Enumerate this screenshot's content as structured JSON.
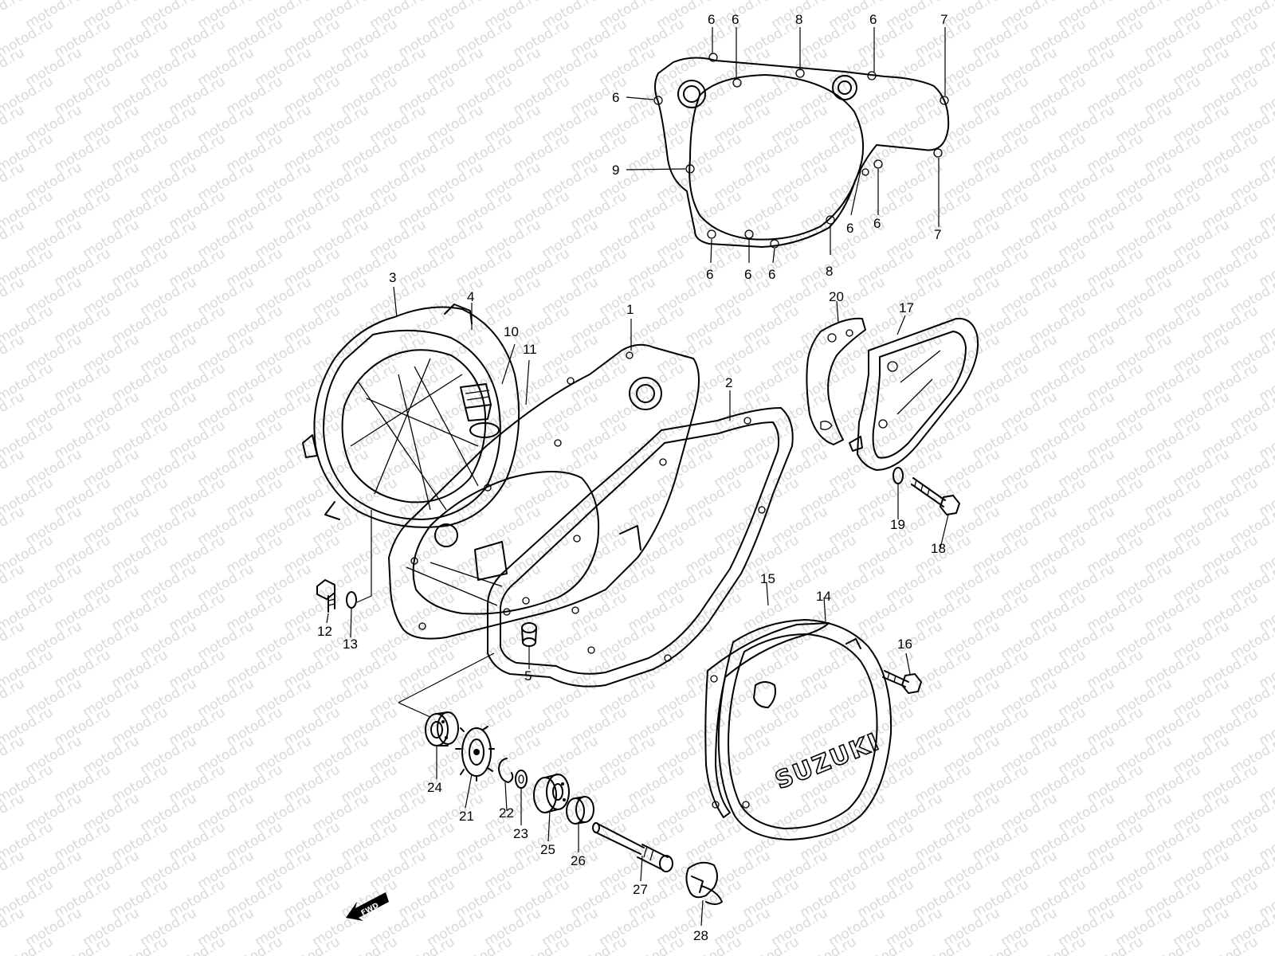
{
  "watermark_text": "motod.ru",
  "brand_logo": "SUZUKI",
  "direction_arrow": {
    "label": "FWD"
  },
  "callouts": {
    "c1": "1",
    "c2": "2",
    "c3": "3",
    "c4": "4",
    "c5": "5",
    "c6": "6",
    "c7": "7",
    "c8": "8",
    "c9": "9",
    "c10": "10",
    "c11": "11",
    "c12": "12",
    "c13": "13",
    "c14": "14",
    "c15": "15",
    "c16": "16",
    "c17": "17",
    "c18": "18",
    "c19": "19",
    "c20": "20",
    "c21": "21",
    "c22": "22",
    "c23": "23",
    "c24": "24",
    "c25": "25",
    "c26": "26",
    "c27": "27",
    "c28": "28"
  },
  "colors": {
    "line": "#000000",
    "watermark": "#d9d9d9",
    "background": "#ffffff"
  }
}
